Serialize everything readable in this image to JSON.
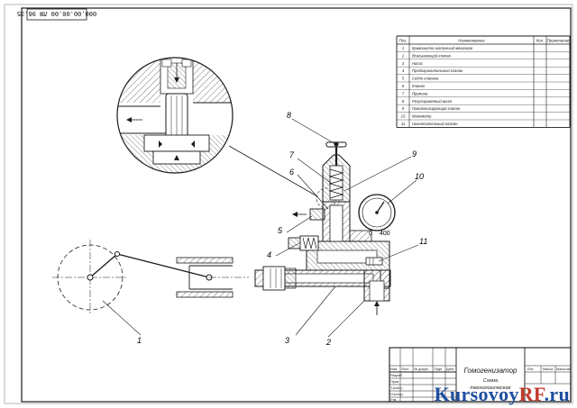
{
  "sheet_code": "000.00.00.00 ЛЯ 96.35",
  "spec_table": {
    "headers": [
      "Поз.",
      "Наименование",
      "Кол.",
      "Примечание"
    ],
    "rows": [
      [
        "1",
        "Кривошипно-шатунный механизм",
        "",
        ""
      ],
      [
        "2",
        "Всасывающий клапан",
        "",
        ""
      ],
      [
        "3",
        "Насос",
        "",
        ""
      ],
      [
        "4",
        "Предохранительный клапан",
        "",
        ""
      ],
      [
        "5",
        "Седло клапана",
        "",
        ""
      ],
      [
        "6",
        "Клапан",
        "",
        ""
      ],
      [
        "7",
        "Пружина",
        "",
        ""
      ],
      [
        "8",
        "Регулировочный винт",
        "",
        ""
      ],
      [
        "9",
        "Гомогенизирующий клапан",
        "",
        ""
      ],
      [
        "10",
        "Манометр",
        "",
        ""
      ],
      [
        "11",
        "Нагнетательный клапан",
        "",
        ""
      ]
    ]
  },
  "callouts": [
    "1",
    "2",
    "3",
    "4",
    "5",
    "6",
    "7",
    "8",
    "9",
    "10",
    "11"
  ],
  "gauge_labels": [
    "0",
    "400"
  ],
  "title_block": {
    "title": "Гомогенизатор",
    "subtitle": "Схема",
    "subtitle2": "технологическая",
    "col_headers": [
      "Изм.",
      "Лист",
      "№ докум.",
      "Подп.",
      "Дата"
    ],
    "row_labels": [
      "Разраб.",
      "Пров.",
      "Т.контр.",
      "Н.контр.",
      "Утв."
    ],
    "right_headers": [
      "Лит.",
      "Масса",
      "Масштаб"
    ]
  },
  "watermark": {
    "part1": "Kursovoy",
    "part2": "RF",
    "part3": ".ru"
  },
  "colors": {
    "line": "#1a1a1a",
    "thin": "#444444",
    "hatch": "#555555",
    "watermark_blue": "#1f4fa0",
    "watermark_red": "#c0392b"
  }
}
